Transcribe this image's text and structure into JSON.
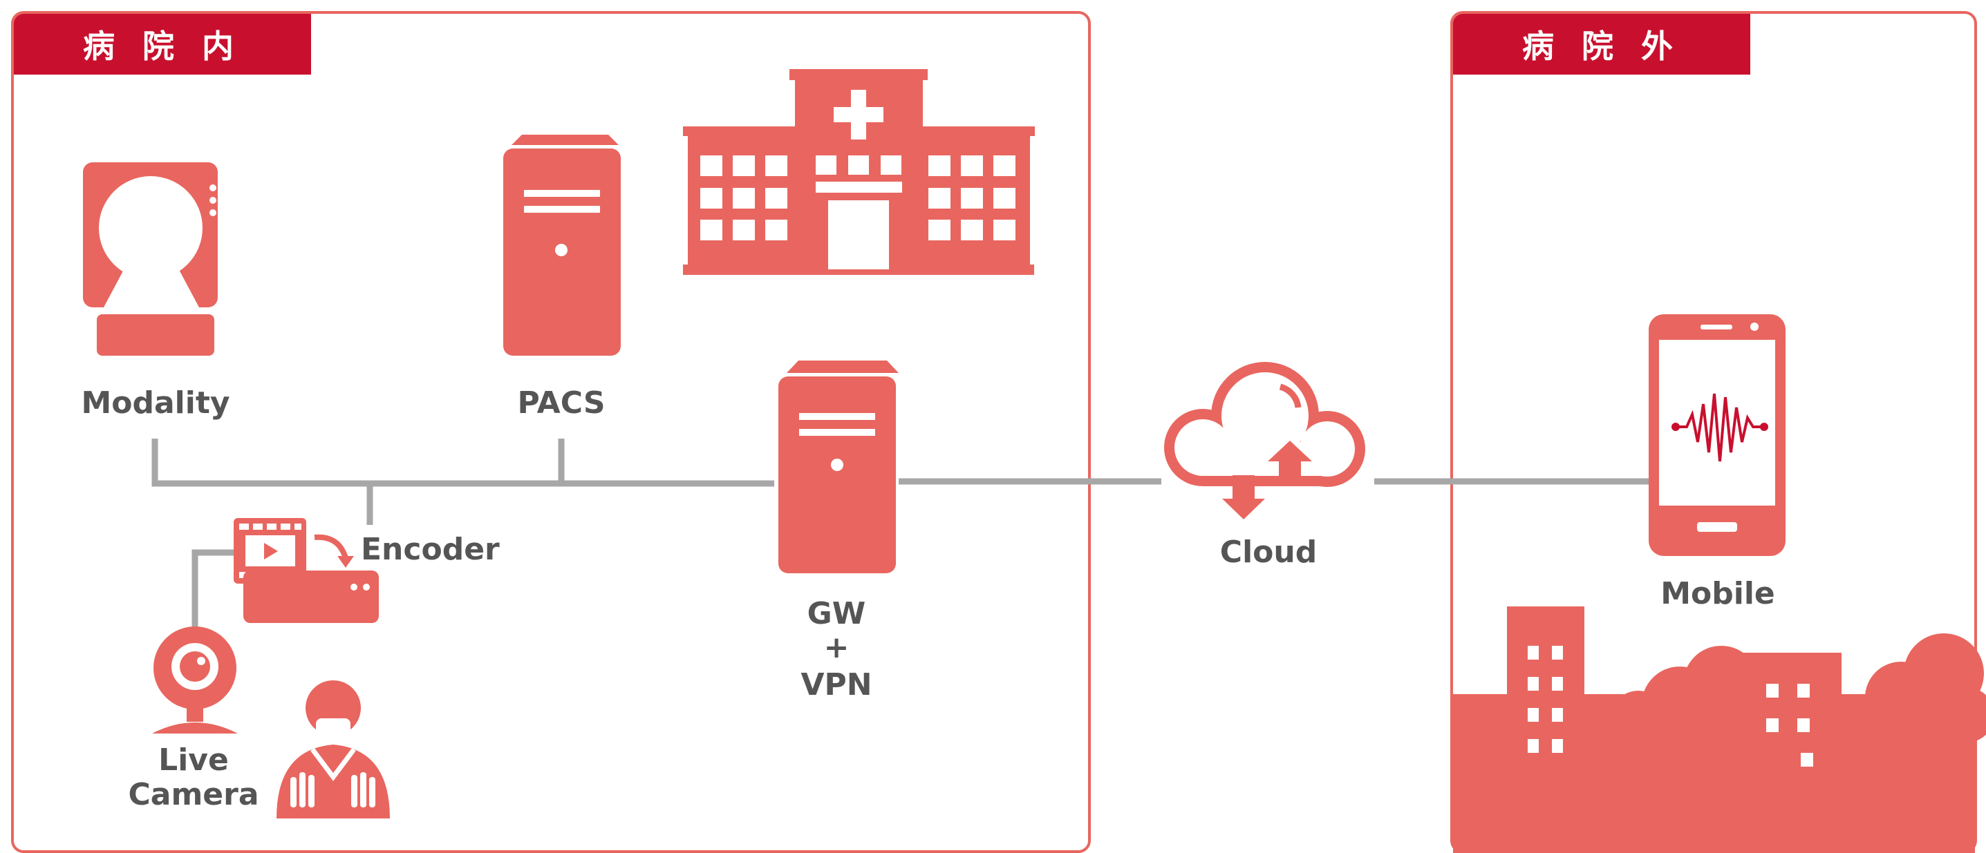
{
  "colors": {
    "accent": "#e8665f",
    "tag": "#c8102e",
    "line": "#a7a7a7",
    "text": "#555555"
  },
  "panels": {
    "inside": {
      "title": "病 院 内"
    },
    "outside": {
      "title": "病 院 外"
    }
  },
  "nodes": {
    "modality": "Modality",
    "pacs": "PACS",
    "encoder": "Encoder",
    "gw_line1": "GW",
    "gw_plus": "+",
    "gw_line2": "VPN",
    "cloud": "Cloud",
    "mobile": "Mobile",
    "camera_line1": "Live",
    "camera_line2": "Camera"
  }
}
